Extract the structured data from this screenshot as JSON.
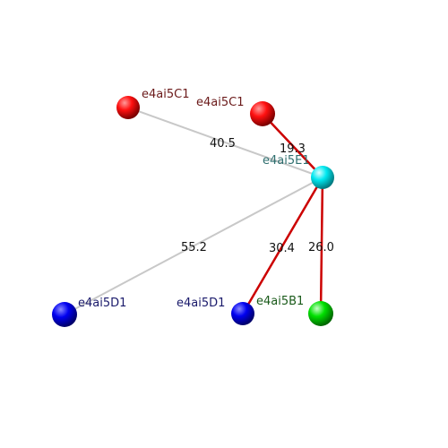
{
  "nodes": [
    {
      "id": "c1a",
      "label": "e4ai5C1",
      "color": "#ff0000",
      "label_color": "#6b1a1a"
    },
    {
      "id": "c1b",
      "label": "e4ai5C1",
      "color": "#ff0000",
      "label_color": "#6b1a1a"
    },
    {
      "id": "e1",
      "label": "e4ai5E1",
      "color": "#00e5ee",
      "label_color": "#2f6f6f"
    },
    {
      "id": "d1a",
      "label": "e4ai5D1",
      "color": "#0000ee",
      "label_color": "#1a1a6b"
    },
    {
      "id": "d1b",
      "label": "e4ai5D1",
      "color": "#0000ee",
      "label_color": "#1a1a6b"
    },
    {
      "id": "b1",
      "label": "e4ai5B1",
      "color": "#00dd00",
      "label_color": "#1a5a1a"
    }
  ],
  "edges": [
    {
      "from": "e1",
      "to": "c1a",
      "label": "40.5",
      "color": "#c8c8c8"
    },
    {
      "from": "e1",
      "to": "c1b",
      "label": "19.3",
      "color": "#cc0000"
    },
    {
      "from": "e1",
      "to": "d1a",
      "label": "55.2",
      "color": "#c8c8c8"
    },
    {
      "from": "e1",
      "to": "d1b",
      "label": "30.4",
      "color": "#cc0000"
    },
    {
      "from": "e1",
      "to": "b1",
      "label": "26.0",
      "color": "#cc0000"
    }
  ]
}
